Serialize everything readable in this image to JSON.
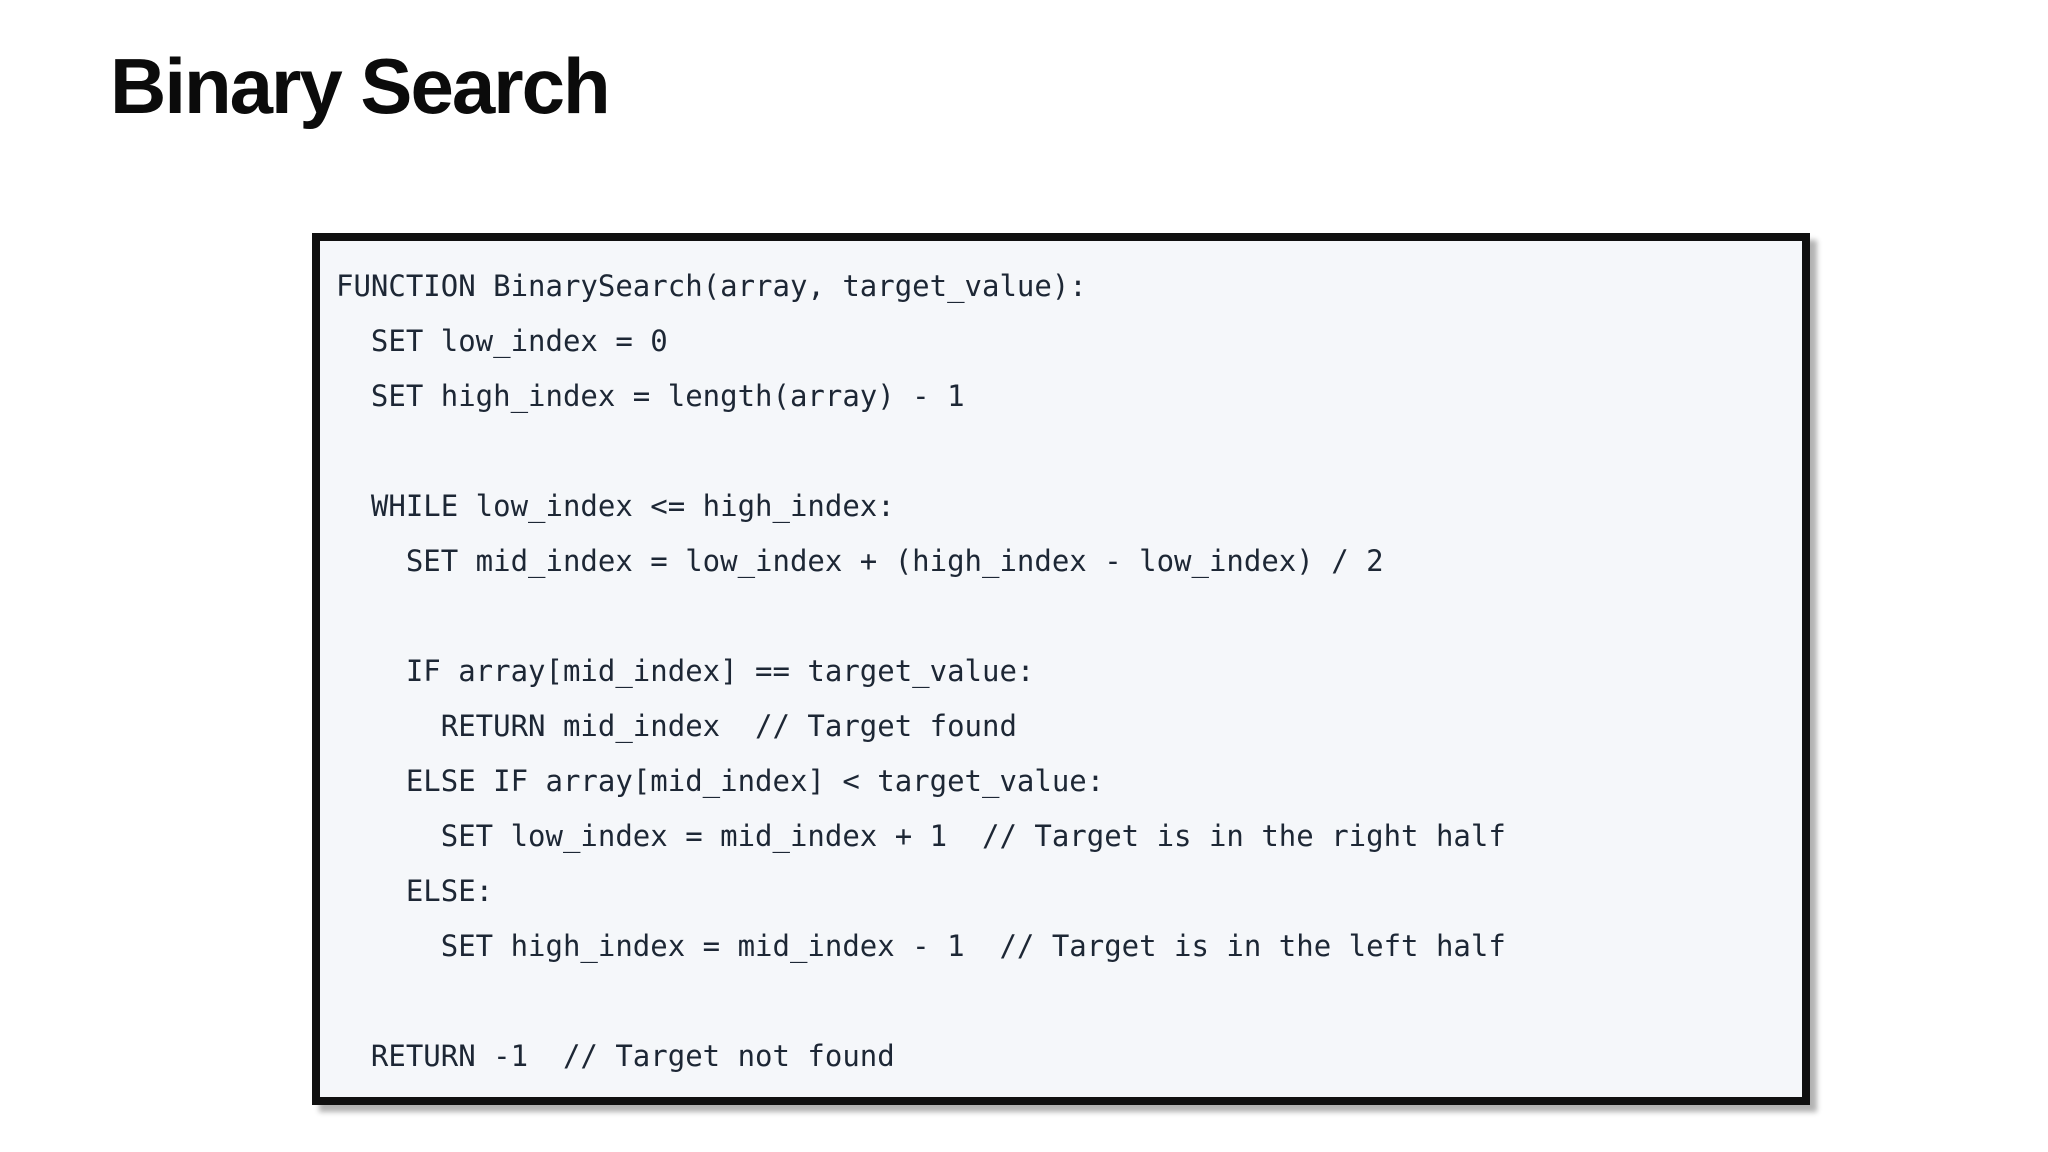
{
  "page": {
    "title": "Binary Search"
  },
  "code_block": {
    "language": "pseudocode",
    "lines": [
      "FUNCTION BinarySearch(array, target_value):",
      "  SET low_index = 0",
      "  SET high_index = length(array) - 1",
      "",
      "  WHILE low_index <= high_index:",
      "    SET mid_index = low_index + (high_index - low_index) / 2",
      "",
      "    IF array[mid_index] == target_value:",
      "      RETURN mid_index  // Target found",
      "    ELSE IF array[mid_index] < target_value:",
      "      SET low_index = mid_index + 1  // Target is in the right half",
      "    ELSE:",
      "      SET high_index = mid_index - 1  // Target is in the left half",
      "",
      "  RETURN -1  // Target not found"
    ]
  },
  "colors": {
    "page_background": "#ffffff",
    "title_text": "#0b0b0b",
    "code_background": "#f5f7fa",
    "code_text": "#1d2735",
    "code_border": "#101010"
  }
}
